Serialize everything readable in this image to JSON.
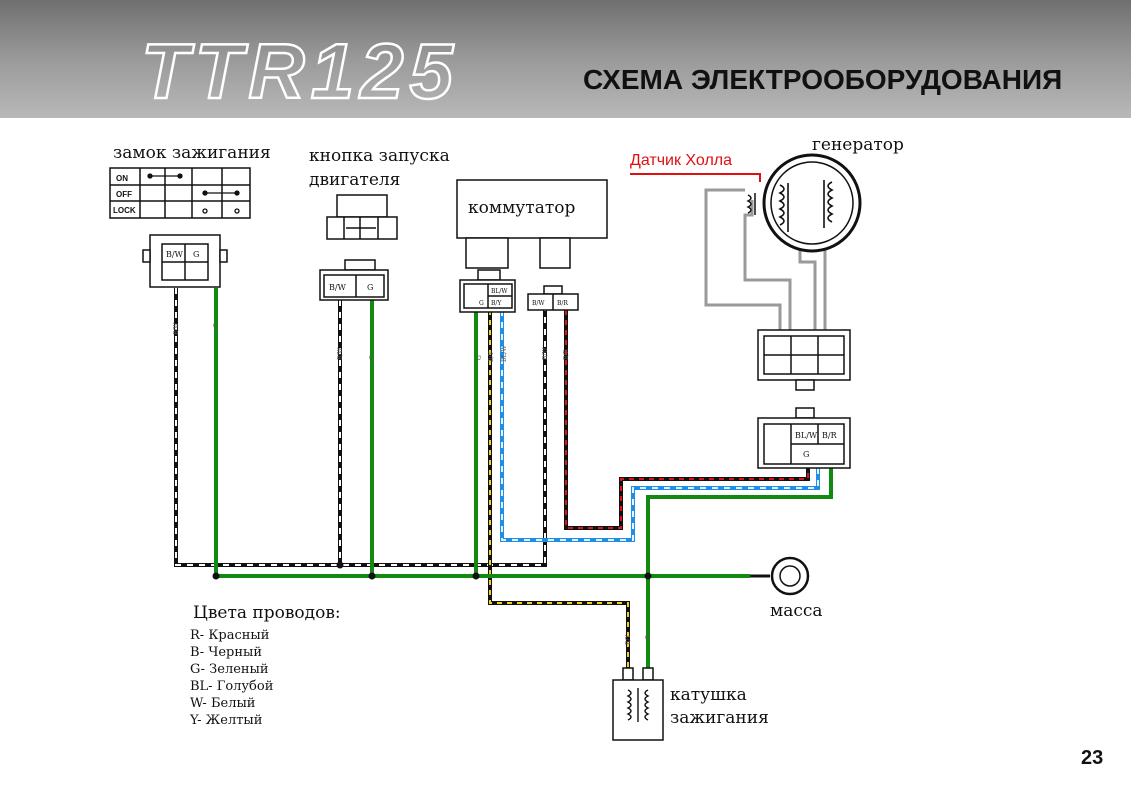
{
  "header": {
    "model": "TTR125",
    "title": "СХЕМА ЭЛЕКТРООБОРУДОВАНИЯ"
  },
  "components": {
    "ignition_switch": {
      "label": "замок зажигания",
      "rows": [
        "ON",
        "OFF",
        "LOCK"
      ],
      "pins": [
        "B/W",
        "G"
      ]
    },
    "start_button": {
      "label_line1": "кнопка запуска",
      "label_line2": "двигателя",
      "pins": [
        "B/W",
        "G"
      ]
    },
    "commutator": {
      "label": "коммутатор",
      "pins_a": [
        "BL/W",
        "G",
        "B/Y"
      ],
      "pins_b": [
        "B/W",
        "B/R"
      ]
    },
    "generator": {
      "label": "генератор",
      "hall_sensor_label": "Датчик Холла",
      "connector_pins": [
        "BL/W",
        "B/R",
        "G"
      ]
    },
    "ground": {
      "label": "масса"
    },
    "ignition_coil": {
      "label_line1": "катушка",
      "label_line2": "зажигания",
      "wire_codes": [
        "B/Y",
        "G"
      ]
    }
  },
  "wire_labels": {
    "sw_left": "B/W",
    "sw_right": "G",
    "btn_left": "B/W",
    "btn_right": "G",
    "com_g": "G",
    "com_by": "B/Y",
    "com_blw": "BL/W",
    "com_bw": "B/W",
    "com_br": "B/R"
  },
  "legend": {
    "title": "Цвета проводов:",
    "items": [
      "R- Красный",
      "B- Черный",
      "G- Зеленый",
      "BL- Голубой",
      "W- Белый",
      "Y- Желтый"
    ]
  },
  "page_number": "23",
  "colors": {
    "header_gray": "#8f8f8f",
    "hall_red": "#e01010",
    "wire_green": "#128a12",
    "wire_blue": "#1e8ee6",
    "wire_red": "#d81818",
    "wire_yellow": "#f2d21a",
    "wire_black": "#111111",
    "wire_white": "#e6e6e6"
  }
}
